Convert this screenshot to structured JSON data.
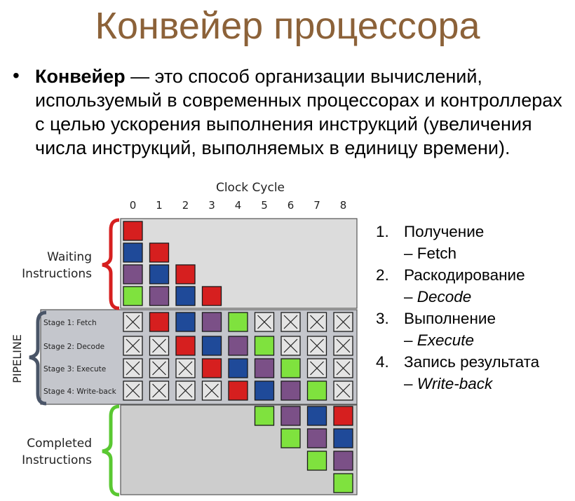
{
  "title": "Конвейер процессора",
  "bullet": {
    "term": "Конвейер",
    "definition": " — это способ организации вычислений, используемый в современных процессорах и контроллерах с целью ускорения выполнения инструкций (увеличения числа инструкций, выполняемых в единицу времени)."
  },
  "diagram": {
    "clock_label": "Clock Cycle",
    "cycles": [
      "0",
      "1",
      "2",
      "3",
      "4",
      "5",
      "6",
      "7",
      "8"
    ],
    "waiting_label": [
      "Waiting",
      "Instructions"
    ],
    "pipeline_label": "PIPELINE",
    "completed_label": [
      "Completed",
      "Instructions"
    ],
    "stages": [
      "Stage 1: Fetch",
      "Stage 2: Decode",
      "Stage 3: Execute",
      "Stage 4: Write-back"
    ],
    "instruction_colors": [
      "#d61f1f",
      "#1f4a99",
      "#7b5087",
      "#7fe23e"
    ],
    "section_colors": {
      "waiting": "#d61f1f",
      "pipeline": "#4a5568",
      "completed": "#5ac832"
    }
  },
  "legend": [
    {
      "num": "1.",
      "name": "Получение",
      "dash": "– ",
      "en": "Fetch",
      "italic": false
    },
    {
      "num": "2.",
      "name": "Раскодирование",
      "dash": "– ",
      "en": "Decode",
      "italic": true
    },
    {
      "num": "3.",
      "name": "Выполнение",
      "dash": "– ",
      "en": "Execute",
      "italic": true
    },
    {
      "num": "4.",
      "name": "Запись результата",
      "dash": "– ",
      "en": "Write-back",
      "italic": true
    }
  ]
}
